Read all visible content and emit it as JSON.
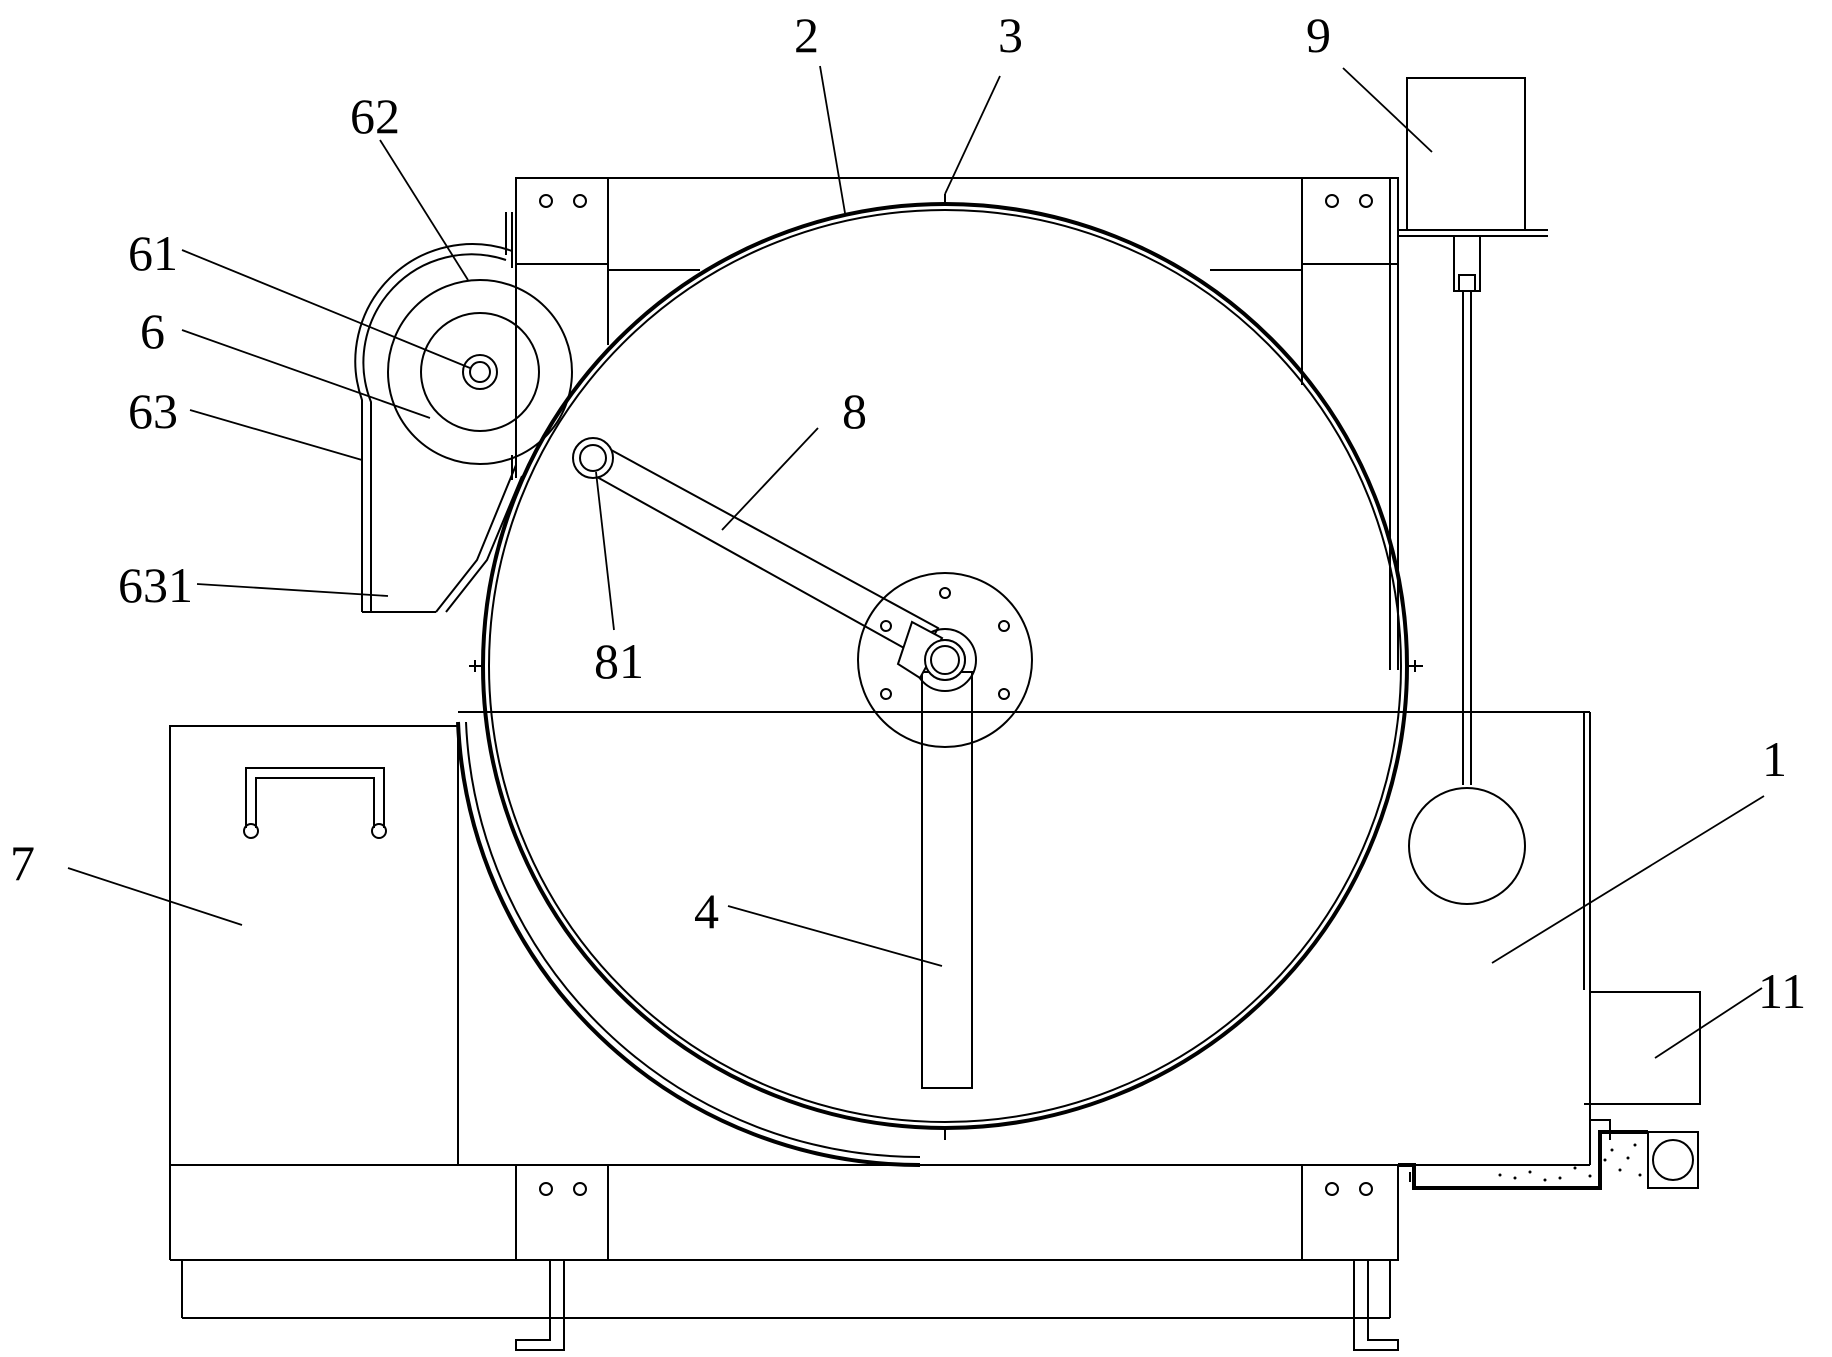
{
  "figure": {
    "labels": {
      "l1": "1",
      "l2": "2",
      "l3": "3",
      "l4": "4",
      "l6": "6",
      "l7": "7",
      "l8": "8",
      "l9": "9",
      "l11": "11",
      "l61": "61",
      "l62": "62",
      "l63": "63",
      "l81": "81",
      "l631": "631"
    }
  },
  "colors": {
    "line": "#000000",
    "background": "#ffffff"
  }
}
